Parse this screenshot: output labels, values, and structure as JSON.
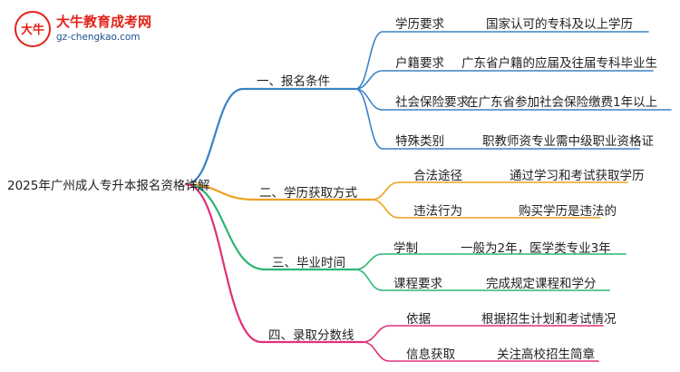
{
  "logo": {
    "name": "大牛教育成考网",
    "url": "gz-chengkao.com",
    "mark_text": "大牛"
  },
  "root": "2025年广州成人专升本报名资格详解",
  "branches": [
    {
      "label": "一、报名条件",
      "color": "#3b82c4",
      "children": [
        {
          "key": "学历要求",
          "value": "国家认可的专科及以上学历"
        },
        {
          "key": "户籍要求",
          "value": "广东省户籍的应届及往届专科毕业生"
        },
        {
          "key": "社会保险要求",
          "value": "在广东省参加社会保险缴费1年以上"
        },
        {
          "key": "特殊类别",
          "value": "职教师资专业需中级职业资格证"
        }
      ]
    },
    {
      "label": "二、学历获取方式",
      "color": "#f0a020",
      "children": [
        {
          "key": "合法途径",
          "value": "通过学习和考试获取学历"
        },
        {
          "key": "违法行为",
          "value": "购买学历是违法的"
        }
      ]
    },
    {
      "label": "三、毕业时间",
      "color": "#2bb673",
      "children": [
        {
          "key": "学制",
          "value": "一般为2年，医学类专业3年"
        },
        {
          "key": "课程要求",
          "value": "完成规定课程和学分"
        }
      ]
    },
    {
      "label": "四、录取分数线",
      "color": "#e0307a",
      "children": [
        {
          "key": "依据",
          "value": "根据招生计划和考试情况"
        },
        {
          "key": "信息获取",
          "value": "关注高校招生简章"
        }
      ]
    }
  ]
}
